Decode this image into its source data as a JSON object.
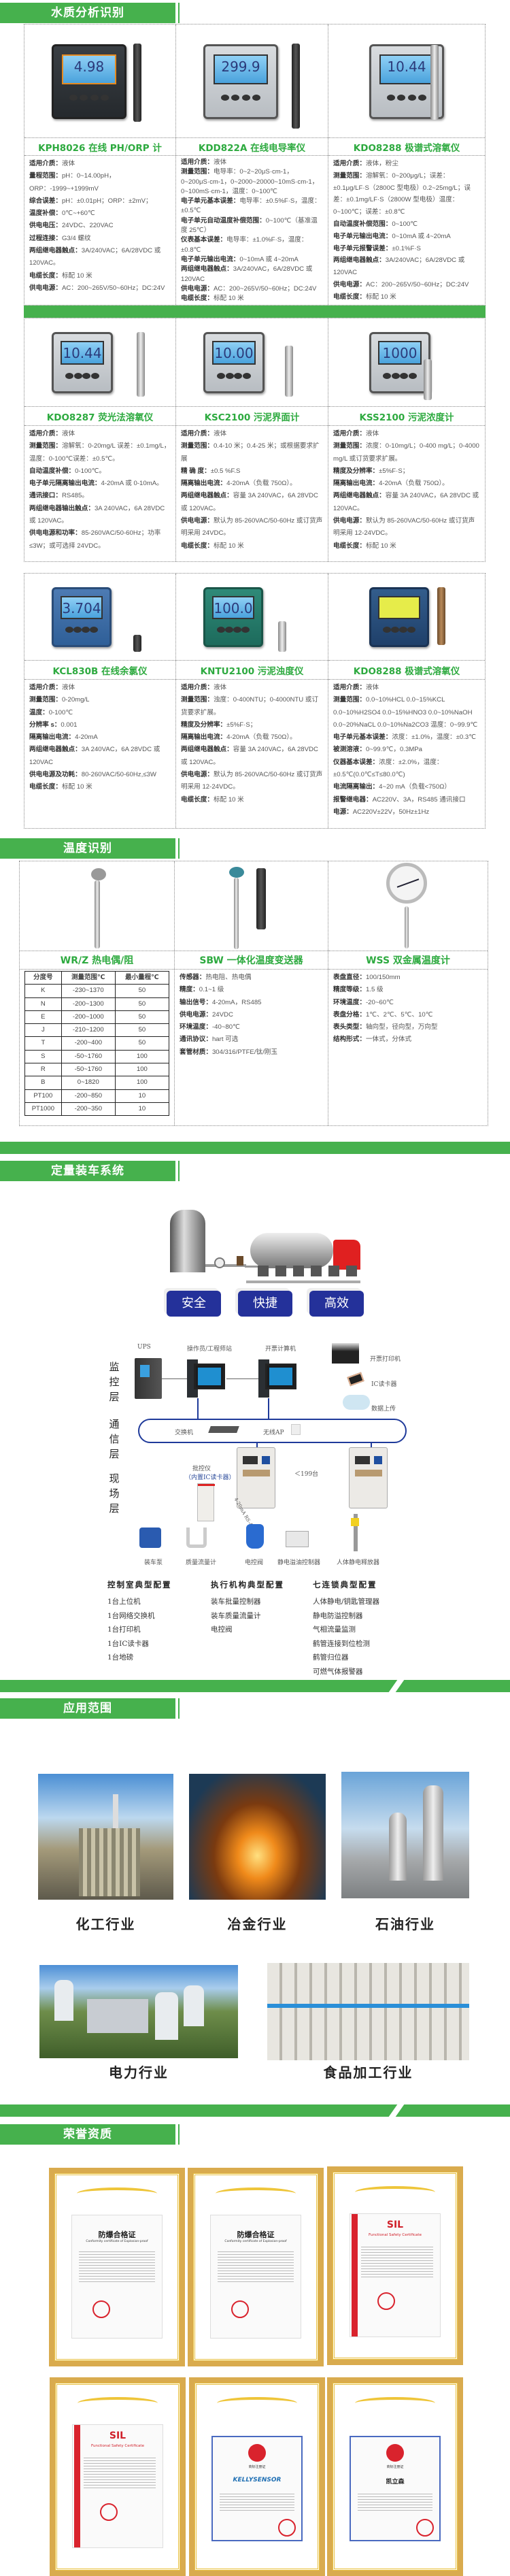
{
  "sections": {
    "water": "水质分析识别",
    "temperature": "温度识别",
    "loading": "定量装车系统",
    "application": "应用范围",
    "honors": "荣誉资质"
  },
  "water_products": [
    {
      "title": "KPH8026 在线 PH/ORP 计",
      "screen": "4.98",
      "specs": [
        {
          "label": "适用介质：",
          "value": "液体"
        },
        {
          "label": "量程范围：",
          "value": "pH：0~14.00pH，ORP：-1999~+1999mV"
        },
        {
          "label": "综合误差：",
          "value": "pH：±0.01pH；ORP：±2mV；"
        },
        {
          "label": "温度补偿：",
          "value": "0℃~+60℃"
        },
        {
          "label": "供电电压：",
          "value": "24VDC、220VAC"
        },
        {
          "label": "过程连接：",
          "value": "G3/4 螺纹"
        },
        {
          "label": "两组继电器触点：",
          "value": "3A/240VAC；6A/28VDC 或 120VAC。"
        },
        {
          "label": "电缆长度：",
          "value": "标配 10 米"
        },
        {
          "label": "供电电源：",
          "value": "AC：200~265V/50~60Hz；DC:24V"
        }
      ]
    },
    {
      "title": "KDD822A 在线电导率仪",
      "screen": "299.9",
      "specs": [
        {
          "label": "适用介质：",
          "value": "液体"
        },
        {
          "label": "测量范围：",
          "value": "电导率：0~2~20μS·cm-1，0~200μS·cm-1，0~2000~20000~10mS·cm-1，0~100mS·cm-1，温度：0~100℃"
        },
        {
          "label": "电子单元基本误差：",
          "value": "电导率：±0.5%F·S，温度：±0.5℃"
        },
        {
          "label": "电子单元自动温度补偿范围：",
          "value": "0~100℃（基准温度 25℃）"
        },
        {
          "label": "仪表基本误差：",
          "value": "电导率：±1.0%F·S，温度：±0.8℃"
        },
        {
          "label": "电子单元输出电流：",
          "value": "0~10mA 或 4~20mA"
        },
        {
          "label": "两组继电器触点：",
          "value": "3A/240VAC，6A/28VDC 或 120VAC"
        },
        {
          "label": "供电电源：",
          "value": "AC：200~265V/50~60Hz；DC:24V"
        },
        {
          "label": "电缆长度：",
          "value": "标配 10 米"
        }
      ]
    },
    {
      "title": "KDO8288 极谱式溶氧仪",
      "screen": "10.44",
      "specs": [
        {
          "label": "适用介质：",
          "value": "液体，粉尘"
        },
        {
          "label": "测量范围：",
          "value": "溶解氧：0~200μg/L；误差：±0.1μg/LF·S（2800C 型电极）0.2~25mg/L；误差：±0.1mg/LF·S（2800W 型电极）温度：0~100℃；误差：±0.8℃"
        },
        {
          "label": "自动温度补偿范围：",
          "value": "0~100℃"
        },
        {
          "label": "电子单元输出电流：",
          "value": "0~10mA 或 4~20mA"
        },
        {
          "label": "电子单元报警误差：",
          "value": "±0.1%F·S"
        },
        {
          "label": "两组继电器触点：",
          "value": "3A/240VAC；6A/28VDC 或 120VAC"
        },
        {
          "label": "供电电源：",
          "value": "AC：200~265V/50~60Hz；DC:24V"
        },
        {
          "label": "电缆长度：",
          "value": "标配 10 米"
        }
      ]
    },
    {
      "title": "KDO8287 荧光法溶氧仪",
      "screen": "10.44",
      "specs": [
        {
          "label": "适用介质：",
          "value": "液体"
        },
        {
          "label": "测量范围：",
          "value": "溶解氧：0-20mg/L 误差：±0.1mg/L，温度：0-100℃误差：±0.5℃。"
        },
        {
          "label": "自动温度补偿：",
          "value": "0-100℃。"
        },
        {
          "label": "电子单元隔离输出电流：",
          "value": "4-20mA 或 0-10mA。"
        },
        {
          "label": "通讯接口：",
          "value": "RS485。"
        },
        {
          "label": "两组继电器输出触点：",
          "value": "3A 240VAC，6A 28VDC 或 120VAC。"
        },
        {
          "label": "供电电源和功率：",
          "value": "85-260VAC/50-60Hz；功率≤3W；或可选择 24VDC。"
        }
      ]
    },
    {
      "title": "KSC2100 污泥界面计",
      "screen": "10.00",
      "specs": [
        {
          "label": "适用介质：",
          "value": "液体"
        },
        {
          "label": "测量范围：",
          "value": "0.4-10 米；0.4-25 米；或根据要求扩展"
        },
        {
          "label": "精 确 度：",
          "value": "±0.5 %F.S"
        },
        {
          "label": "隔离输出电流：",
          "value": "4-20mA（负载 750Ω）。"
        },
        {
          "label": "两组继电器触点：",
          "value": "容量 3A 240VAC，6A 28VDC 或 120VAC。"
        },
        {
          "label": "供电电源：",
          "value": "默认为 85-260VAC/50-60Hz 或订货声明采用 24VDC。"
        },
        {
          "label": "电缆长度：",
          "value": "标配 10 米"
        }
      ]
    },
    {
      "title": "KSS2100 污泥浓度计",
      "screen": "1000",
      "specs": [
        {
          "label": "适用介质：",
          "value": "液体"
        },
        {
          "label": "测量范围：",
          "value": "浓度：0-10mg/L；0-400 mg/L；0-4000 mg/L 或订货要求扩展。"
        },
        {
          "label": "精度及分辨率：",
          "value": "±5%F·S；"
        },
        {
          "label": "隔离输出电流：",
          "value": "4-20mA（负载 750Ω）。"
        },
        {
          "label": "两组继电器触点：",
          "value": "容量 3A 240VAC，6A 28VDC 或 120VAC。"
        },
        {
          "label": "供电电源：",
          "value": "默认为 85-260VAC/50-60Hz 或订货声明采用 12-24VDC。"
        },
        {
          "label": "电缆长度：",
          "value": "标配 10 米"
        }
      ]
    },
    {
      "title": "KCL830B 在线余氯仪",
      "screen": "3.704",
      "specs": [
        {
          "label": "适用介质：",
          "value": "液体"
        },
        {
          "label": "测量范围：",
          "value": "0-20mg/L"
        },
        {
          "label": "温度：",
          "value": "0-100℃"
        },
        {
          "label": "分辨率 s：",
          "value": "0.001"
        },
        {
          "label": "隔离输出电流：",
          "value": "4-20mA"
        },
        {
          "label": "两组继电器触点：",
          "value": "3A 240VAC，6A 28VDC 或 120VAC"
        },
        {
          "label": "供电电源及功耗：",
          "value": "80-260VAC/50-60Hz,≤3W"
        },
        {
          "label": "电缆长度：",
          "value": "标配 10 米"
        }
      ]
    },
    {
      "title": "KNTU2100 污泥浊度仪",
      "screen": "100.0",
      "specs": [
        {
          "label": "适用介质：",
          "value": "液体"
        },
        {
          "label": "测量范围：",
          "value": "浊度：0-400NTU；0-4000NTU 或订货要求扩展。"
        },
        {
          "label": "精度及分辨率：",
          "value": "±5%F·S；"
        },
        {
          "label": "隔离输出电流：",
          "value": "4-20mA（负载 750Ω）。"
        },
        {
          "label": "两组继电器触点：",
          "value": "容量 3A 240VAC，6A 28VDC 或 120VAC。"
        },
        {
          "label": "供电电源：",
          "value": "默认为 85-260VAC/50-60Hz 或订货声明采用 12-24VDC。"
        },
        {
          "label": "电缆长度：",
          "value": "标配 10 米"
        }
      ]
    },
    {
      "title": "KDO8288 极谱式溶氧仪",
      "screen": "",
      "specs": [
        {
          "label": "适用介质：",
          "value": "液体"
        },
        {
          "label": "测量范围：",
          "value": "0.0~10%HCL  0.0~15%KCL  0.0~10%H2SO4  0.0~15%HNO3  0.0~10%NaOH  0.0~20%NaCL  0.0~10%Na2CO3  温度：0~99.9℃"
        },
        {
          "label": "电子单元基本误差：",
          "value": "浓度：±1.0%，温度：±0.3℃"
        },
        {
          "label": "被测溶液：",
          "value": "0~99.9℃，0.3MPa"
        },
        {
          "label": "仪器基本误差：",
          "value": "浓度：±2.0%，温度：±0.5℃(0.0℃≤T≤80.0℃)"
        },
        {
          "label": "电流隔离输出：",
          "value": "4~20 mA（负载<750Ω）"
        },
        {
          "label": "报警继电器：",
          "value": "AC220V、3A，RS485 通讯接口"
        },
        {
          "label": "电源：",
          "value": "AC220V±22V，50Hz±1Hz"
        }
      ]
    }
  ],
  "temp_products": [
    {
      "title": "WR/Z 热电偶/阻",
      "table": {
        "headers": [
          "分度号",
          "测量范围℃",
          "最小量程℃"
        ],
        "rows": [
          [
            "K",
            "-230~1370",
            "50"
          ],
          [
            "N",
            "-200~1300",
            "50"
          ],
          [
            "E",
            "-200~1000",
            "50"
          ],
          [
            "J",
            "-210~1200",
            "50"
          ],
          [
            "T",
            "-200~400",
            "50"
          ],
          [
            "S",
            "-50~1760",
            "100"
          ],
          [
            "R",
            "-50~1760",
            "100"
          ],
          [
            "B",
            "0~1820",
            "100"
          ],
          [
            "PT100",
            "-200~850",
            "10"
          ],
          [
            "PT1000",
            "-200~350",
            "10"
          ]
        ]
      }
    },
    {
      "title": "SBW 一体化温度变送器",
      "specs": [
        {
          "label": "传感器：",
          "value": "热电阻、热电偶"
        },
        {
          "label": "精度：",
          "value": "0.1~1 级"
        },
        {
          "label": "输出信号：",
          "value": "4-20mA，RS485"
        },
        {
          "label": "供电电源：",
          "value": "24VDC"
        },
        {
          "label": "环境温度：",
          "value": "-40~80℃"
        },
        {
          "label": "通讯协议：",
          "value": "hart 可选"
        },
        {
          "label": "套管材质：",
          "value": "304/316/PTFE/钛/刚玉"
        }
      ]
    },
    {
      "title": "WSS 双金属温度计",
      "specs": [
        {
          "label": "表盘直径：",
          "value": "100/150mm"
        },
        {
          "label": "精度等级：",
          "value": "1.5 级"
        },
        {
          "label": "环境温度：",
          "value": "-20~60℃"
        },
        {
          "label": "表盘分格：",
          "value": "1℃、2℃、5℃、10℃"
        },
        {
          "label": "表头类型：",
          "value": "轴向型，径向型，万向型"
        },
        {
          "label": "结构形式：",
          "value": "一体式，分体式"
        }
      ]
    }
  ],
  "loading": {
    "badges": [
      "安全",
      "快捷",
      "高效"
    ],
    "layers": [
      "监控层",
      "通信层",
      "现场层"
    ],
    "nodes": {
      "ups": "UPS",
      "operator": "操作员/工程师站",
      "billing_pc": "开票计算机",
      "printer": "开票打印机",
      "ic_reader": "IC读卡器",
      "upload": "数据上传",
      "switch": "交换机",
      "wireless_ap": "无线AP",
      "batch_controller": "批控仪",
      "batch_controller_note": "（内置IC读卡器）",
      "count": "＜199台",
      "signal": "4-20mA RS-485"
    },
    "devices": [
      "装车泵",
      "质量流量计",
      "电控阀",
      "静电溢油控制器",
      "人体静电释放器"
    ],
    "configs": [
      {
        "title": "控制室典型配置",
        "items": [
          "1台上位机",
          "1台网络交换机",
          "1台打印机",
          "1台IC读卡器",
          "1台地磅"
        ]
      },
      {
        "title": "执行机构典型配置",
        "items": [
          "装车批量控制器",
          "装车质量流量计",
          "电控阀"
        ]
      },
      {
        "title": "七连锁典型配置",
        "items": [
          "人体静电/钥匙管理器",
          "静电防溢控制器",
          "气相流量监测",
          "鹤管连接到位检测",
          "鹤管归位器",
          "可燃气体报警器"
        ]
      }
    ]
  },
  "industries": [
    "化工行业",
    "冶金行业",
    "石油行业",
    "电力行业",
    "食品加工行业"
  ],
  "certificates": [
    {
      "type": "explosion",
      "title": "防爆合格证",
      "subtitle": "Conformity certificate of Explosion-proof"
    },
    {
      "type": "explosion",
      "title": "防爆合格证",
      "subtitle": "Conformity certificate of Explosion-proof"
    },
    {
      "type": "sil",
      "title": "SIL",
      "subtitle": "Functional Safety Certificate"
    },
    {
      "type": "sil",
      "title": "SIL",
      "subtitle": "Functional Safety Certificate"
    },
    {
      "type": "trademark",
      "title": "商标注册证",
      "subtitle": "KELLYSENSOR"
    },
    {
      "type": "trademark",
      "title": "商标注册证",
      "subtitle": "凯立森"
    }
  ],
  "colors": {
    "brand_green": "#46b14d",
    "title_green": "#2daa3f",
    "badge_blue": "#24319a",
    "cert_gold": "#d9ab4e"
  }
}
